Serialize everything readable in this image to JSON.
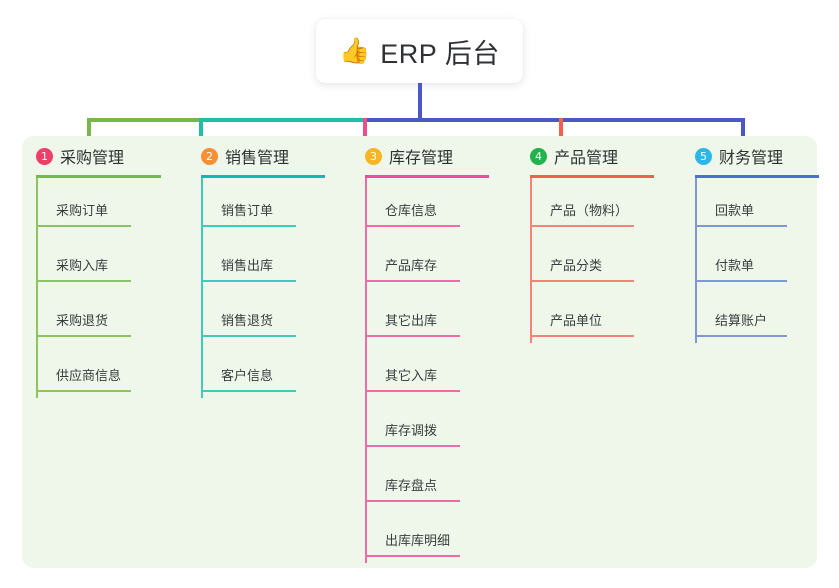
{
  "root": {
    "icon": "thumbs-up-icon",
    "icon_glyph": "👍",
    "title": "ERP 后台"
  },
  "palette": {
    "panel_background": "#eef7e9",
    "page_background": "#ffffff",
    "trunk": "#4b57c4",
    "text": "#2f3134"
  },
  "columns": [
    {
      "number": "1",
      "title": "采购管理",
      "badge_color": "#ef3e67",
      "rule_color": "#78b84a",
      "line_color": "#8cc55f",
      "items": [
        "采购订单",
        "采购入库",
        "采购退货",
        "供应商信息"
      ]
    },
    {
      "number": "2",
      "title": "销售管理",
      "badge_color": "#f78f34",
      "rule_color": "#0dbcb0",
      "line_color": "#42c8bd",
      "items": [
        "销售订单",
        "销售出库",
        "销售退货",
        "客户信息"
      ]
    },
    {
      "number": "3",
      "title": "库存管理",
      "badge_color": "#f8b722",
      "rule_color": "#ee4c9b",
      "line_color": "#ef6aa8",
      "items": [
        "仓库信息",
        "产品库存",
        "其它出库",
        "其它入库",
        "库存调拨",
        "库存盘点",
        "出库库明细"
      ]
    },
    {
      "number": "4",
      "title": "产品管理",
      "badge_color": "#23b24b",
      "rule_color": "#f4604f",
      "line_color": "#f58377",
      "items": [
        "产品（物料）",
        "产品分类",
        "产品单位"
      ]
    },
    {
      "number": "5",
      "title": "财务管理",
      "badge_color": "#2bb7e8",
      "rule_color": "#4b6fd4",
      "line_color": "#7f96d9",
      "items": [
        "回款单",
        "付款单",
        "结算账户"
      ]
    }
  ]
}
